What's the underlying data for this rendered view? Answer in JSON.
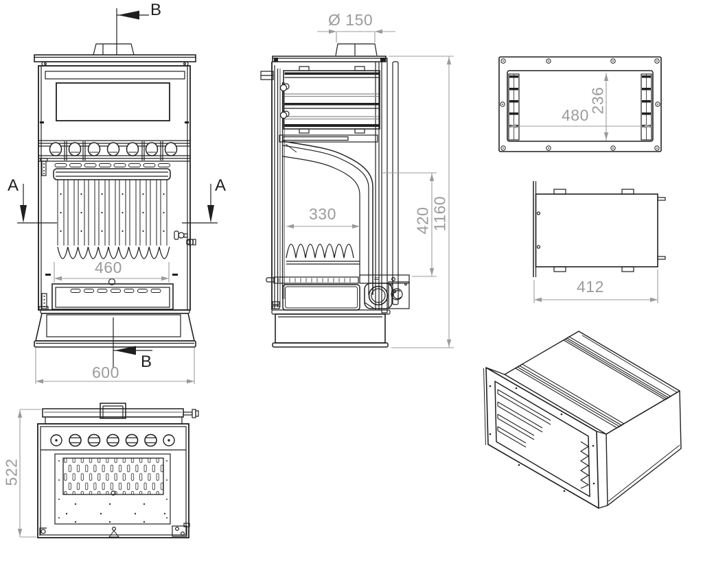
{
  "drawing": {
    "background": "#ffffff",
    "line_color": "#1f1f1f",
    "dimension_color": "#9b9b9b",
    "section_markers": {
      "top": "B",
      "left": "A",
      "right": "A",
      "bottom": "B"
    },
    "front_view": {
      "grate_width": "460",
      "overall_width": "600"
    },
    "side_section_view": {
      "flue_diameter": "Ø 150",
      "firebox_depth": "330",
      "firebox_height": "420",
      "overall_height": "1160"
    },
    "oven_front_view": {
      "width": "480",
      "height": "236"
    },
    "oven_side_view": {
      "depth": "412"
    },
    "plan_view": {
      "overall_depth": "522"
    }
  }
}
